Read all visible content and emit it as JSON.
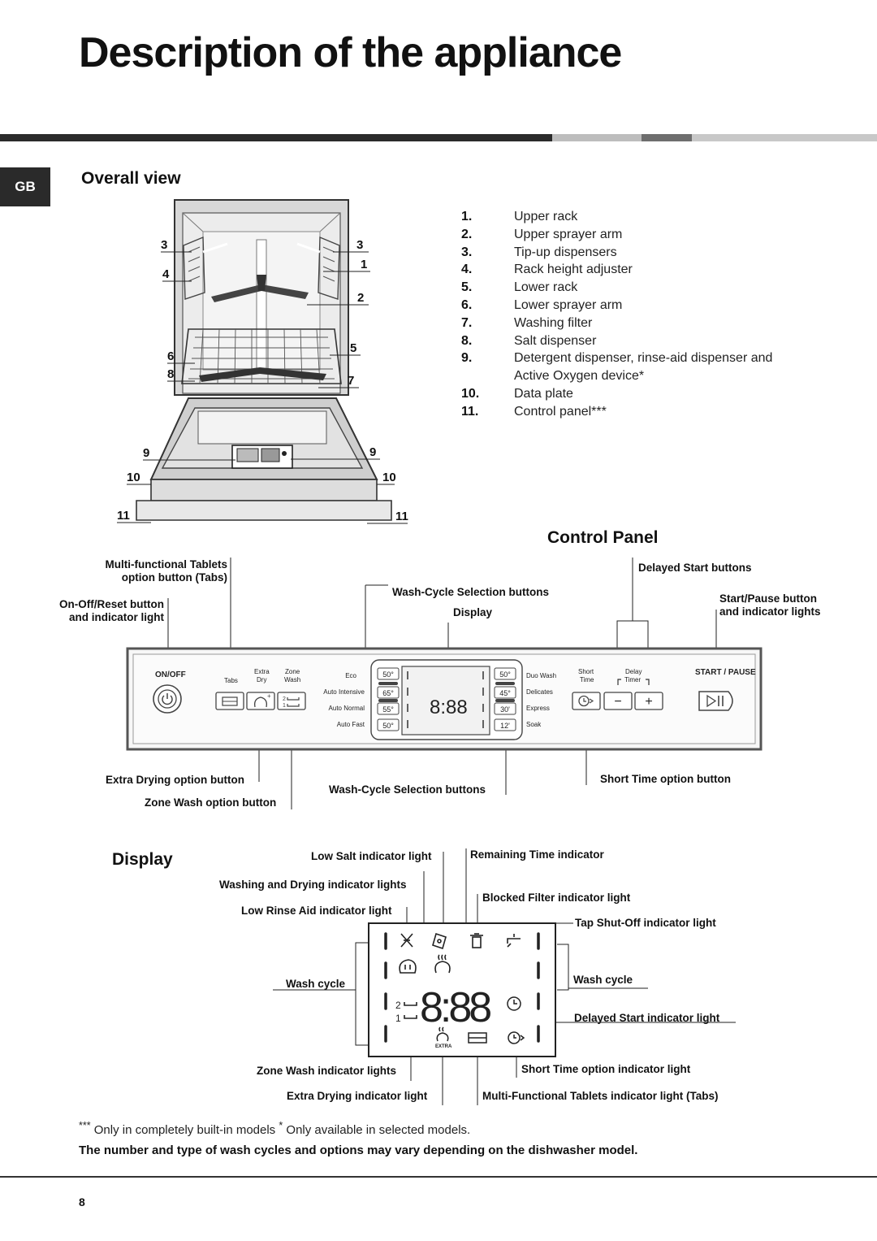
{
  "page_title": "Description of the appliance",
  "language_tab": "GB",
  "overall_view": {
    "heading": "Overall view",
    "parts": [
      {
        "num": "1.",
        "label": "Upper rack"
      },
      {
        "num": "2.",
        "label": "Upper sprayer arm"
      },
      {
        "num": "3.",
        "label": "Tip-up dispensers"
      },
      {
        "num": "4.",
        "label": "Rack height adjuster"
      },
      {
        "num": "5.",
        "label": "Lower rack"
      },
      {
        "num": "6.",
        "label": "Lower sprayer arm"
      },
      {
        "num": "7.",
        "label": "Washing filter"
      },
      {
        "num": "8.",
        "label": "Salt dispenser"
      },
      {
        "num": "9.",
        "label": "Detergent dispenser, rinse-aid dispenser and"
      },
      {
        "num": "",
        "label": "Active Oxygen device*"
      },
      {
        "num": "10.",
        "label": "Data plate"
      },
      {
        "num": "11.",
        "label": "Control panel***"
      }
    ],
    "callouts": {
      "left": [
        "3",
        "4",
        "6",
        "8",
        "9",
        "10",
        "11"
      ],
      "right": [
        "3",
        "1",
        "2",
        "5",
        "7",
        "9",
        "10",
        "11"
      ]
    }
  },
  "control_panel": {
    "heading": "Control Panel",
    "labels": {
      "tabs_button": "Multi-functional Tablets option button (Tabs)",
      "tabs_line1": "Multi-functional Tablets",
      "tabs_line2": "option button (Tabs)",
      "onoff_line1": "On-Off/Reset button",
      "onoff_line2": "and indicator light",
      "wash_cycle_top": "Wash-Cycle Selection buttons",
      "display": "Display",
      "delayed_start": "Delayed Start buttons",
      "start_line1": "Start/Pause button",
      "start_line2": "and indicator lights",
      "extra_drying": "Extra Drying option button",
      "zone_wash": "Zone Wash option button",
      "wash_cycle_bottom": "Wash-Cycle Selection buttons",
      "short_time": "Short Time option button"
    },
    "panel": {
      "onoff": "ON/OFF",
      "tabs": "Tabs",
      "extra_dry": [
        "Extra",
        "Dry"
      ],
      "zone_wash": [
        "Zone",
        "Wash"
      ],
      "left_cycles": [
        "Eco",
        "Auto Intensive",
        "Auto Normal",
        "Auto Fast"
      ],
      "left_temps": [
        "50°",
        "65°",
        "55°",
        "50°"
      ],
      "right_temps": [
        "50°",
        "45°",
        "30'",
        "12'"
      ],
      "right_cycles": [
        "Duo Wash",
        "Delicates",
        "Express",
        "Soak"
      ],
      "short_time": [
        "Short",
        "Time"
      ],
      "delay_timer": [
        "Delay",
        "Timer"
      ],
      "minus": "−",
      "plus": "+",
      "start_pause": "START / PAUSE",
      "digits": "8:88"
    }
  },
  "display_section": {
    "heading": "Display",
    "labels": {
      "low_salt": "Low Salt indicator light",
      "remaining_time": "Remaining Time indicator",
      "washing_drying": "Washing and Drying indicator lights",
      "blocked_filter": "Blocked Filter indicator light",
      "low_rinse": "Low Rinse Aid indicator light",
      "tap_shutoff": "Tap Shut-Off indicator light",
      "wash_cycle_left": "Wash cycle",
      "wash_cycle_right": "Wash cycle",
      "delayed_start": "Delayed Start indicator light",
      "zone_wash": "Zone Wash indicator lights",
      "short_time": "Short Time option indicator light",
      "extra_drying": "Extra Drying indicator light",
      "tabs": "Multi-Functional Tablets indicator light (Tabs)"
    },
    "digits": "8:88",
    "extra": "EXTRA"
  },
  "footnote": "*** Only in completely built-in models * Only available in selected models.",
  "footnote_parts": {
    "a_mark": "***",
    "a_text": " Only in completely built-in models ",
    "b_mark": "*",
    "b_text": " Only available in selected models."
  },
  "note": "The number and type of wash cycles and options may vary depending on the dishwasher model.",
  "page_number": "8",
  "colors": {
    "rule_dark": "#2b2b2b",
    "rule_light": "#bdbdbd",
    "rule_mid": "#6e6e6e",
    "tab": "#2a2a2a"
  }
}
